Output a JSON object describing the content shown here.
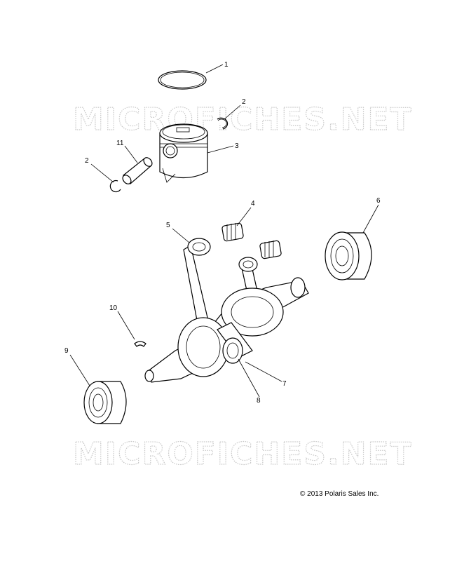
{
  "watermark": "MICROFICHES.NET",
  "copyright": "© 2013 Polaris Sales Inc.",
  "callouts": [
    {
      "id": "c1",
      "label": "1"
    },
    {
      "id": "c2a",
      "label": "2"
    },
    {
      "id": "c3",
      "label": "3"
    },
    {
      "id": "c11",
      "label": "11"
    },
    {
      "id": "c2b",
      "label": "2"
    },
    {
      "id": "c4",
      "label": "4"
    },
    {
      "id": "c5",
      "label": "5"
    },
    {
      "id": "c6",
      "label": "6"
    },
    {
      "id": "c10",
      "label": "10"
    },
    {
      "id": "c9",
      "label": "9"
    },
    {
      "id": "c7",
      "label": "7"
    },
    {
      "id": "c8",
      "label": "8"
    }
  ]
}
